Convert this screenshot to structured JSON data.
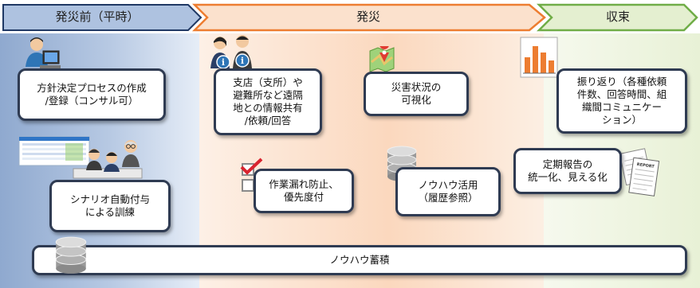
{
  "phases": {
    "pre": "発災前（平時）",
    "disaster": "発災",
    "end": "収束"
  },
  "boxes": {
    "policy": "方針決定プロセスの作成\n/登録（コンサル可）",
    "training": "シナリオ自動付与\nによる訓練",
    "share": "支店（支所）や\n避難所など遠隔\n地との情報共有\n/依頼/回答",
    "visualize": "災害状況の\n可視化",
    "prevent": "作業漏れ防止、\n優先度付",
    "knowhow": "ノウハウ活用\n（履歴参照）",
    "review": "振り返り（各種依頼\n件数、回答時間、組\n織間コミュニケー\nション）",
    "report": "定期報告の\n統一化、見える化",
    "accumulate": "ノウハウ蓄積"
  },
  "illustrations": {
    "report_doc_label": "REPORT"
  },
  "colors": {
    "pre": "#b7c9e3",
    "disaster": "#fbd8be",
    "end": "#e8f1d6",
    "pre_arrow": "#aec2e0",
    "disaster_arrow": "#fbe1cd",
    "end_arrow": "#e4efd0"
  },
  "icons": [
    "person-computer-icon",
    "meeting-people-icon",
    "info-people-icon",
    "map-pin-icon",
    "database-icon",
    "checklist-icon",
    "bar-chart-icon",
    "report-documents-icon"
  ]
}
